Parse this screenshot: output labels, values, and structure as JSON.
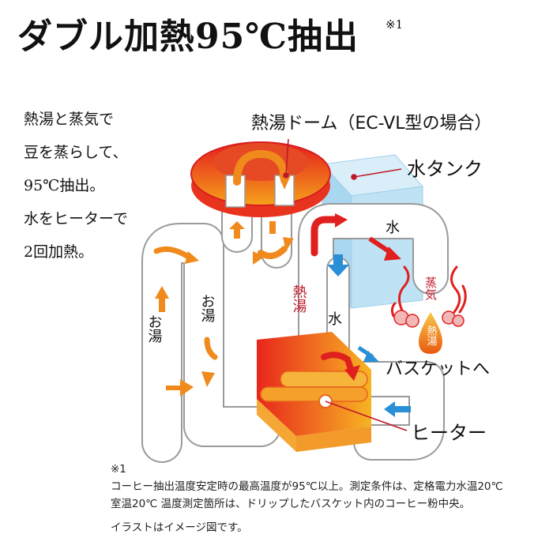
{
  "title": "ダブル加熱95℃抽出",
  "title_note": "※1",
  "description": [
    "熱湯と蒸気で",
    "豆を蒸らして、",
    "95℃抽出。",
    "水をヒーターで",
    "2回加熱。"
  ],
  "labels": {
    "dome": "熱湯ドーム（EC-VL型の場合）",
    "tank": "水タンク",
    "tank_water": "水",
    "pipe_water": "水",
    "hot_water_1": "熱湯",
    "hot_water_2": "熱湯",
    "steam": "蒸気",
    "to_basket": "バスケットへ",
    "heater": "ヒーター",
    "oyu_left": "お湯",
    "oyu_mid": "お湯"
  },
  "footer": {
    "note_mark": "※1",
    "line1": "コーヒー抽出温度安定時の最高温度が95℃以上。測定条件は、定格電力水温20℃",
    "line2": "室温20℃ 温度測定箇所は、ドリップしたバスケット内のコーヒー粉中央。",
    "line3": "イラストはイメージ図です。"
  },
  "colors": {
    "red_hot": "#e02020",
    "orange": "#f08a1c",
    "blue_tank": "#bfe3f5",
    "blue_arrow": "#2a8fd6",
    "pipe_stroke": "#9a9a9a",
    "label_red": "#c0182a"
  }
}
